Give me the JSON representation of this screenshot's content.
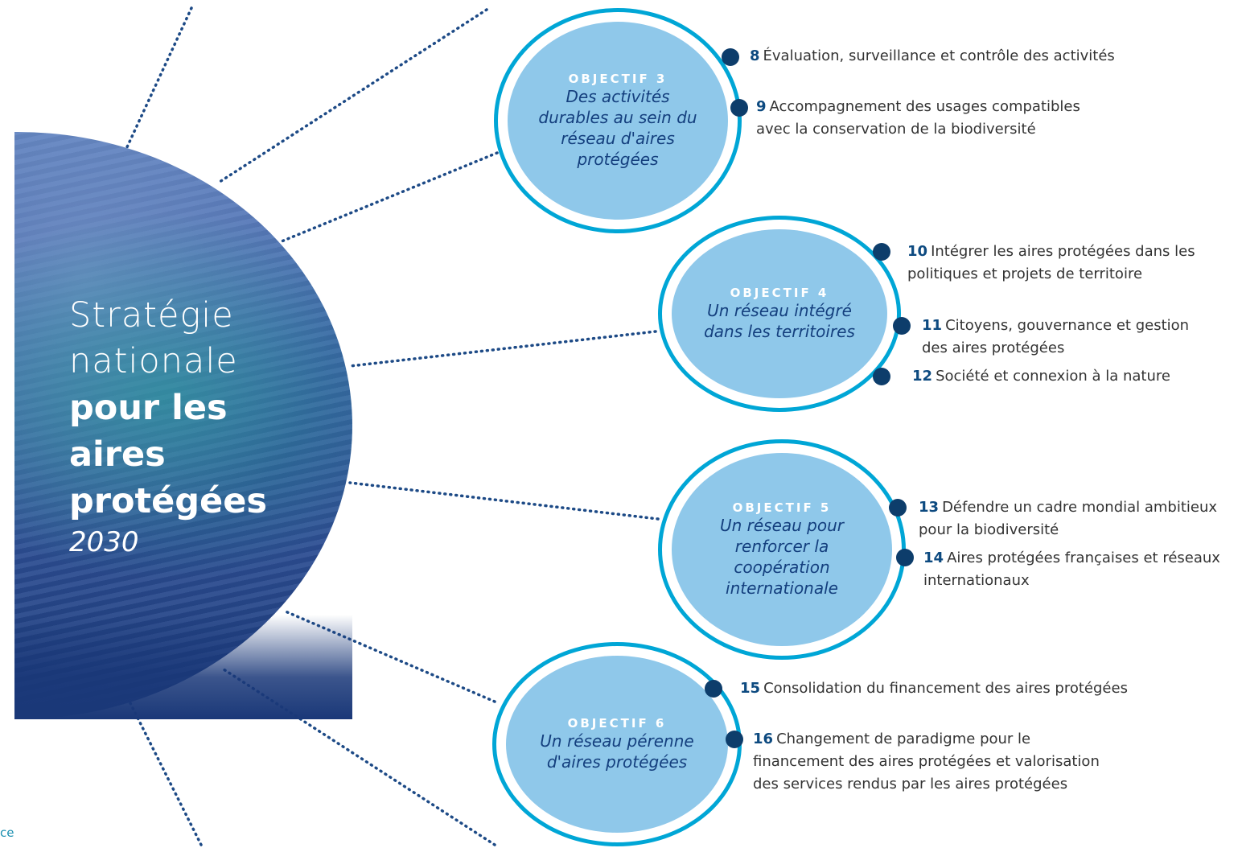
{
  "hero": {
    "title_line1": "Stratégie",
    "title_line2": "nationale",
    "title_line3": "pour les",
    "title_line4": "aires",
    "title_line5": "protégées",
    "year": "2030"
  },
  "objectives": [
    {
      "label": "OBJECTIF 3",
      "title": "Des activités durables au sein du réseau d'aires protégées",
      "actions": [
        {
          "num": "8",
          "text": "Évaluation, surveillance et contrôle des activités"
        },
        {
          "num": "9",
          "text": "Accompagnement des usages compatibles avec la conservation de la biodiversité"
        }
      ]
    },
    {
      "label": "OBJECTIF 4",
      "title": "Un réseau intégré dans les territoires",
      "actions": [
        {
          "num": "10",
          "text": "Intégrer les aires protégées dans les politiques et projets de territoire"
        },
        {
          "num": "11",
          "text": "Citoyens, gouvernance et gestion des aires protégées"
        },
        {
          "num": "12",
          "text": "Société et connexion à la nature"
        }
      ]
    },
    {
      "label": "OBJECTIF 5",
      "title": "Un réseau pour renforcer la coopération internationale",
      "actions": [
        {
          "num": "13",
          "text": "Défendre un cadre mondial ambitieux pour la biodiversité"
        },
        {
          "num": "14",
          "text": "Aires protégées françaises et réseaux internationaux"
        }
      ]
    },
    {
      "label": "OBJECTIF 6",
      "title": "Un réseau pérenne d'aires protégées",
      "actions": [
        {
          "num": "15",
          "text": "Consolidation du financement des aires protégées"
        },
        {
          "num": "16",
          "text": "Changement de paradigme pour le financement des aires protégées et valorisation des services rendus par les aires protégées"
        }
      ]
    }
  ],
  "footer_fragment": "ce",
  "colors": {
    "ring": "#00a6d6",
    "circle_fill": "#8fc8ea",
    "title_blue": "#143f7e",
    "dot": "#0d3d6b",
    "number": "#0d4a80"
  }
}
